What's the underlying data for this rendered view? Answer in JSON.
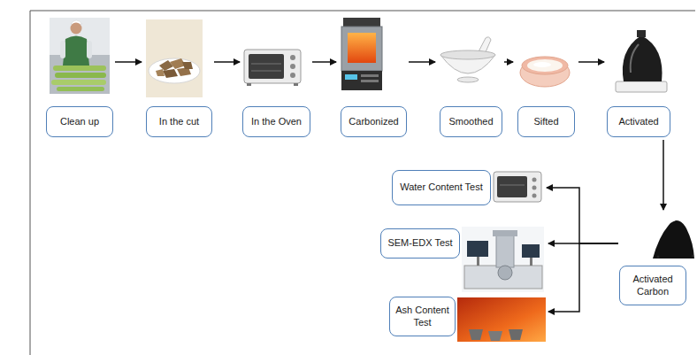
{
  "diagram": {
    "nodes": [
      {
        "text": [
          "Clean up"
        ]
      },
      {
        "text": [
          "In the cut"
        ]
      },
      {
        "text": [
          "In the Oven"
        ]
      },
      {
        "text": [
          "Carbonized"
        ]
      },
      {
        "text": [
          "Smoothed"
        ]
      },
      {
        "text": [
          "Sifted"
        ]
      },
      {
        "text": [
          "Activated"
        ]
      },
      {
        "text": [
          "Activated Carbon"
        ]
      },
      {
        "text": [
          "Water Content Test"
        ]
      },
      {
        "text": [
          "SEM-EDX Test"
        ]
      },
      {
        "text": [
          "Ash Content Test"
        ]
      }
    ],
    "edges": [
      {
        "from": 0,
        "to": 1,
        "arrow": "to"
      },
      {
        "from": 1,
        "to": 2,
        "arrow": "to"
      },
      {
        "from": 2,
        "to": 3,
        "arrow": "to"
      },
      {
        "from": 3,
        "to": 4,
        "arrow": "to"
      },
      {
        "from": 4,
        "to": 5,
        "arrow": "to"
      },
      {
        "from": 5,
        "to": 6,
        "arrow": "to"
      },
      {
        "from": 6,
        "to": 7,
        "arrow": "to"
      },
      {
        "from": 7,
        "to": 8,
        "arrow": "to"
      },
      {
        "from": 7,
        "to": 9,
        "arrow": "to"
      },
      {
        "from": 7,
        "to": 10,
        "arrow": "to"
      }
    ]
  }
}
